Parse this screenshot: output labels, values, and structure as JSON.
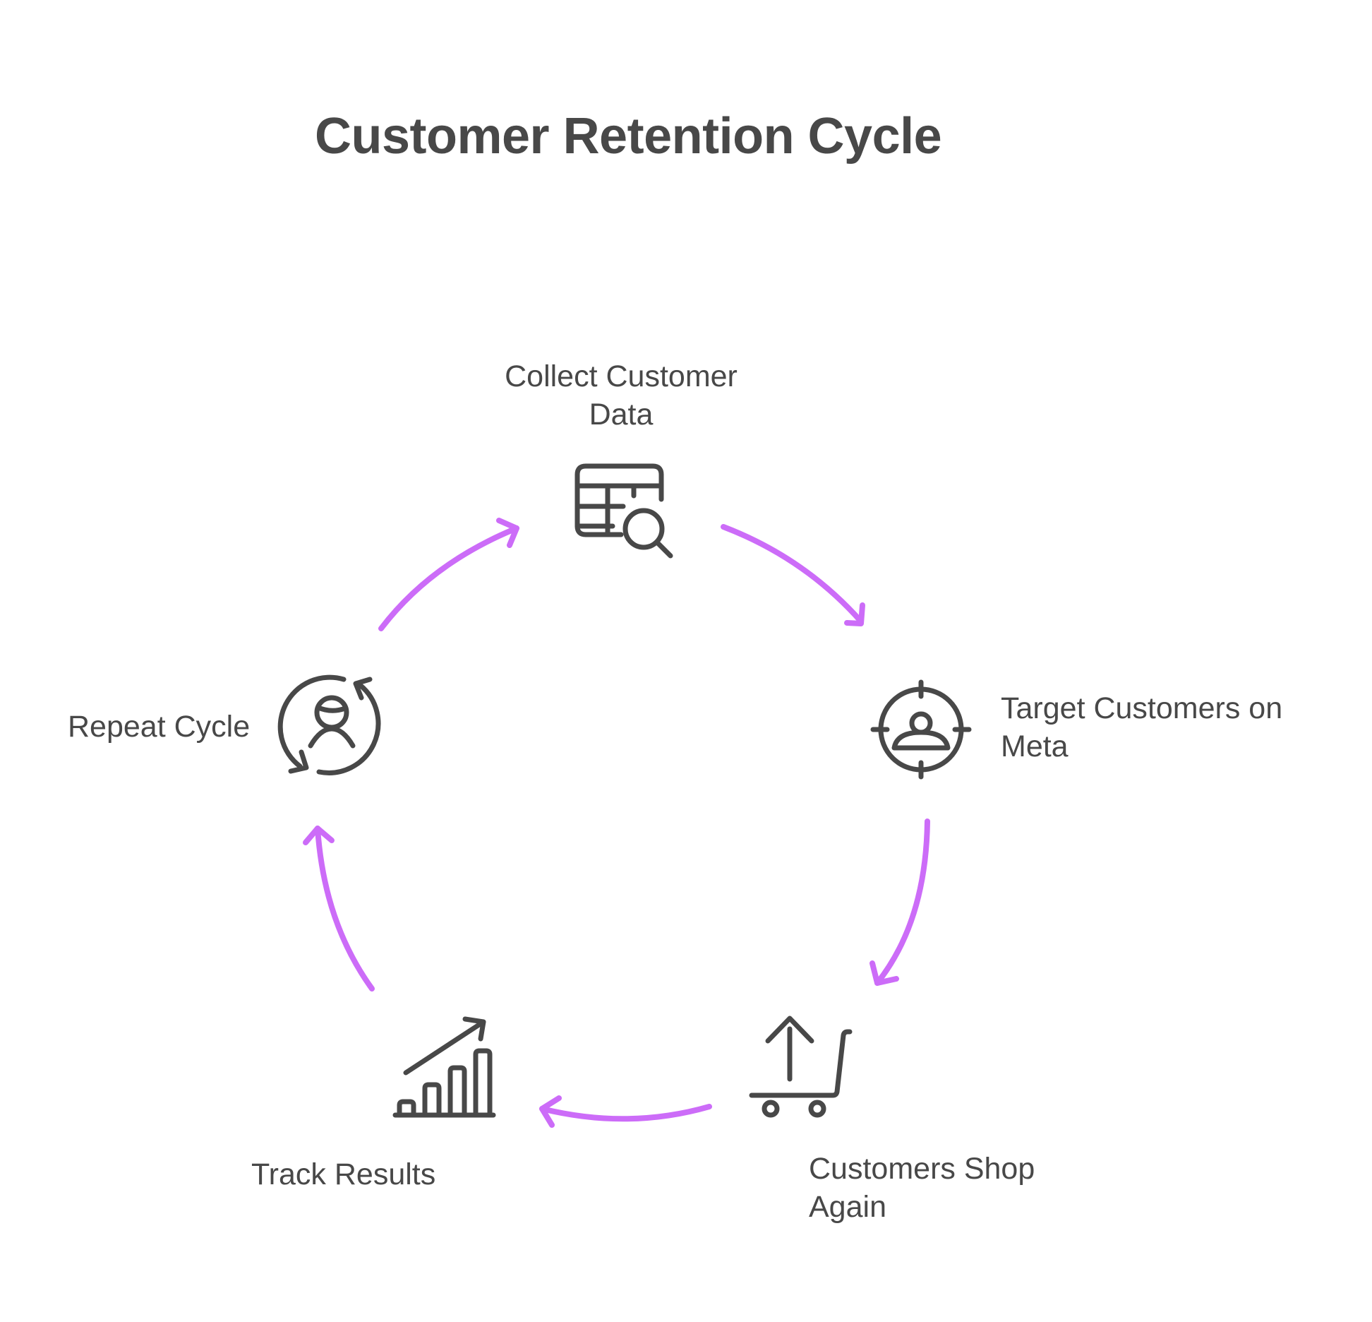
{
  "title": "Customer Retention Cycle",
  "colors": {
    "arrow": "#cc6cf8",
    "icon": "#484848",
    "text": "#484848",
    "background": "#ffffff"
  },
  "steps": [
    {
      "id": "collect",
      "lines": [
        "Collect Customer",
        "Data"
      ],
      "icon": "table-search-icon"
    },
    {
      "id": "target",
      "lines": [
        "Target Customers on",
        "Meta"
      ],
      "icon": "target-user-icon"
    },
    {
      "id": "shop",
      "lines": [
        "Customers Shop",
        "Again"
      ],
      "icon": "cart-up-arrow-icon"
    },
    {
      "id": "track",
      "lines": [
        "Track Results"
      ],
      "icon": "bar-chart-growth-icon"
    },
    {
      "id": "repeat",
      "lines": [
        "Repeat Cycle"
      ],
      "icon": "user-cycle-icon"
    }
  ],
  "flow": [
    {
      "from": "collect",
      "to": "target"
    },
    {
      "from": "target",
      "to": "shop"
    },
    {
      "from": "shop",
      "to": "track"
    },
    {
      "from": "track",
      "to": "repeat"
    },
    {
      "from": "repeat",
      "to": "collect"
    }
  ]
}
